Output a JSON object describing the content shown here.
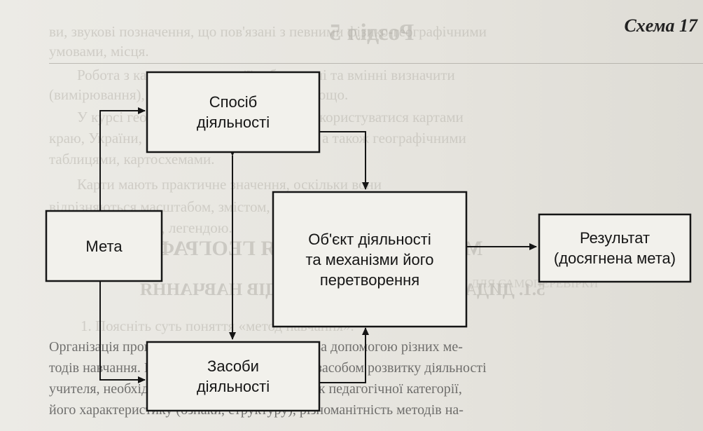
{
  "scheme_label": "Схема 17",
  "background_text": {
    "lines": [
      "ви, звукові позначення, що пов'язані з певними фізико-географічними",
      "умовами, місця.",
      "Робота з картою полягає в її зображенні та вмінні визначити",
      "(вимірювання), характеристики, масштаб тощо.",
      "У курсі географії розвивається вміння користуватися картами",
      "краю, України, фізичною картою областей, а також географічними",
      "таблицями, картосхемами.",
      "Карти мають практичне значення, оскільки вони",
      "відрізняються масштабом, змістом, повнотою, кількістю",
      "кількістю об'єктів, легендою."
    ],
    "mirrored_heading": "МЕТОДИ НАВЧАННЯ ГЕОГРАФІЇ",
    "mirrored_subheading": "5.1. ДИДАКТИЧНА СУТЬ МЕТОДІВ НАВЧАННЯ",
    "center_small": "ЗАПИТАННЯ І ЗАВДАННЯ ДЛЯ САМОПЕРЕВІРКИ",
    "center_line": "1. Поясніть суть поняття «метод навчання».",
    "page_title_mirror": "Розділ 5"
  },
  "body_text": {
    "lines": [
      "Організація процесу навчання здійснюється за допомогою різних ме-",
      "тодів навчання. Щоб методи навчання стали засобом розвитку діяльності",
      "учителя, необхідно усвідомити суть методу як педагогічної категорії,",
      "його характеристику (ознаки, структуру), різноманітність методів на-"
    ]
  },
  "diagram": {
    "nodes": {
      "goal": "Мета",
      "method": [
        "Спосіб",
        "діяльності"
      ],
      "object": [
        "Об'єкт діяльності",
        "та механізми його",
        "перетворення"
      ],
      "means": [
        "Засоби",
        "діяльності"
      ],
      "result": [
        "Результат",
        "(досягнена мета)"
      ]
    },
    "edges": [
      {
        "from": "goal",
        "to": "method"
      },
      {
        "from": "goal",
        "to": "means"
      },
      {
        "from": "method",
        "to": "object"
      },
      {
        "from": "means",
        "to": "object"
      },
      {
        "from": "method",
        "to": "means",
        "bidirectional": true
      },
      {
        "from": "object",
        "to": "result"
      }
    ]
  }
}
